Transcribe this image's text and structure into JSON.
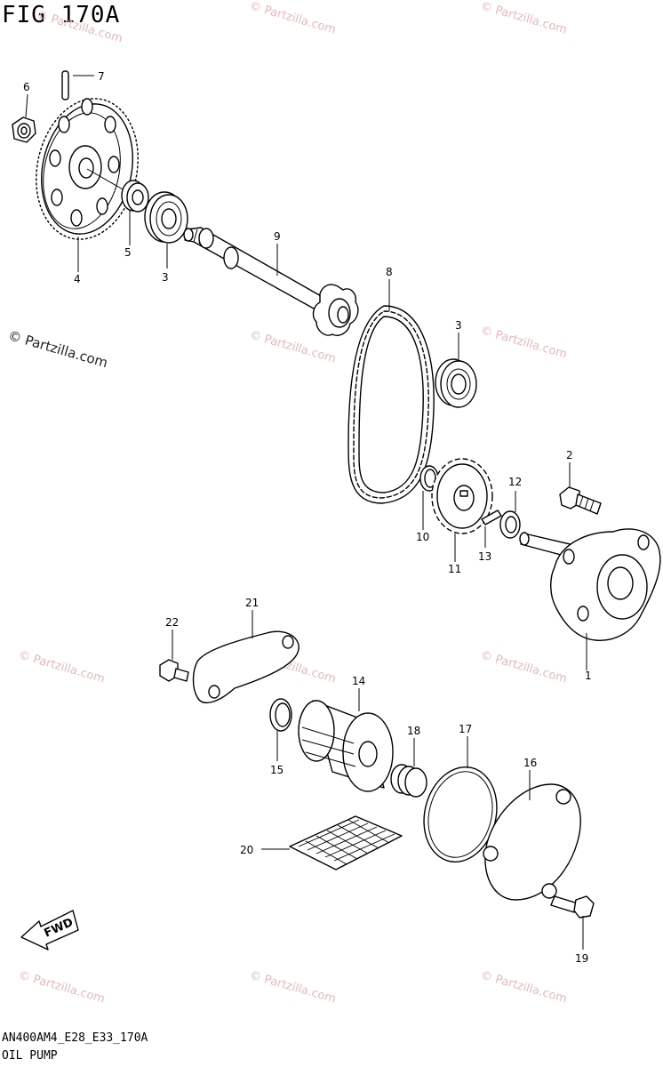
{
  "figure": {
    "title": "FIG 170A",
    "code": "AN400AM4_E28_E33_170A",
    "name": "OIL PUMP",
    "copyright": "© Partzilla.com",
    "watermark": "© Partzilla.com"
  },
  "callouts": [
    {
      "id": "c1",
      "number": "1"
    },
    {
      "id": "c2",
      "number": "2"
    },
    {
      "id": "c3a",
      "number": "3"
    },
    {
      "id": "c3b",
      "number": "3"
    },
    {
      "id": "c4",
      "number": "4"
    },
    {
      "id": "c5",
      "number": "5"
    },
    {
      "id": "c6",
      "number": "6"
    },
    {
      "id": "c7",
      "number": "7"
    },
    {
      "id": "c8",
      "number": "8"
    },
    {
      "id": "c9",
      "number": "9"
    },
    {
      "id": "c10",
      "number": "10"
    },
    {
      "id": "c11",
      "number": "11"
    },
    {
      "id": "c12",
      "number": "12"
    },
    {
      "id": "c13",
      "number": "13"
    },
    {
      "id": "c14",
      "number": "14"
    },
    {
      "id": "c15",
      "number": "15"
    },
    {
      "id": "c16",
      "number": "16"
    },
    {
      "id": "c17",
      "number": "17"
    },
    {
      "id": "c18",
      "number": "18"
    },
    {
      "id": "c19",
      "number": "19"
    },
    {
      "id": "c20",
      "number": "20"
    },
    {
      "id": "c21",
      "number": "21"
    },
    {
      "id": "c22",
      "number": "22"
    }
  ],
  "fwd_label": "FWD",
  "icons": [
    "fwd-arrow-icon"
  ]
}
